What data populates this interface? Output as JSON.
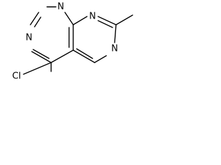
{
  "structure": {
    "atoms": {
      "n1": "N",
      "n3": "N",
      "n6": "N",
      "n8": "N",
      "cl": "Cl"
    },
    "substituents": [
      "chloro",
      "methyl"
    ]
  }
}
